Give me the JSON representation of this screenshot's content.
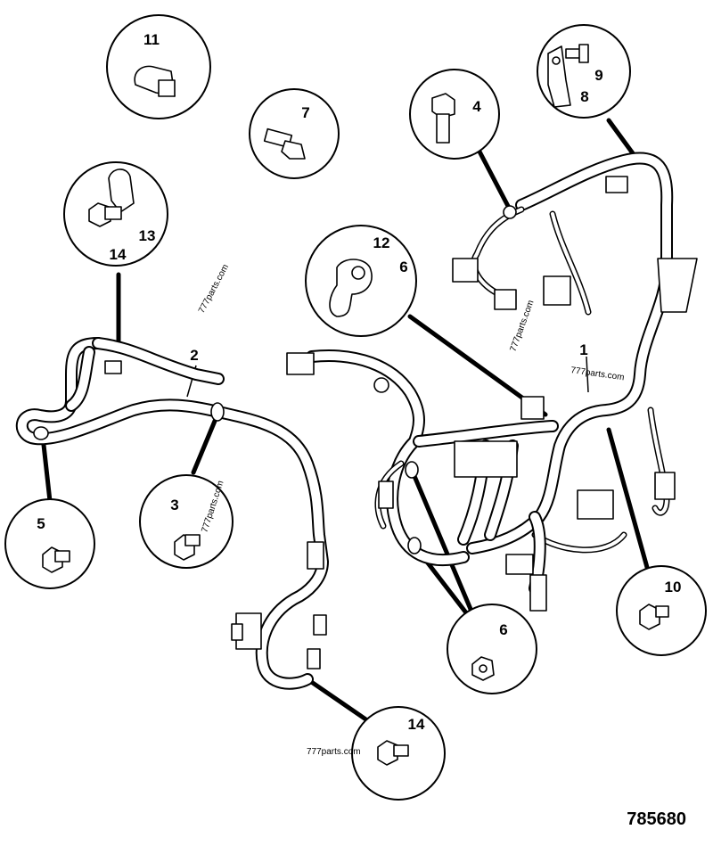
{
  "diagram": {
    "reference_number": "785680",
    "watermark": "777parts.com",
    "part_labels": {
      "harness_main": "1",
      "harness_secondary": "2",
      "bolt_3": "3",
      "bolt_4": "4",
      "bolt_5": "5",
      "nut_6_upper": "6",
      "nut_6_lower": "6",
      "bolt_7": "7",
      "bracket_8": "8",
      "bolt_9": "9",
      "bolt_10": "10",
      "clip_11": "11",
      "clip_12": "12",
      "clip_13": "13",
      "bolt_14_upper": "14",
      "bolt_14_lower": "14"
    }
  }
}
